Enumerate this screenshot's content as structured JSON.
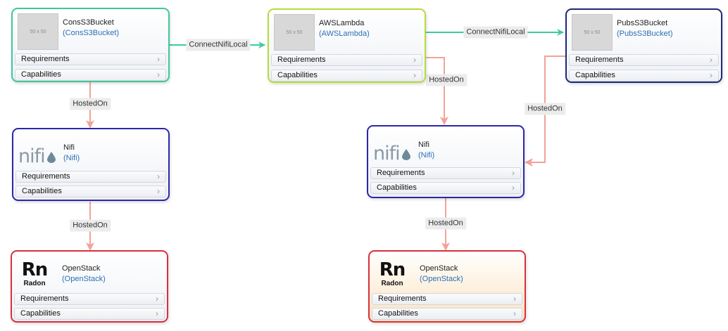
{
  "nodes": [
    {
      "name": "ConsS3Bucket",
      "type": "(ConsS3Bucket)",
      "logo": "placeholder",
      "color": "#3cc99a"
    },
    {
      "name": "AWSLambda",
      "type": "(AWSLambda)",
      "logo": "placeholder",
      "color": "#b7dc3d"
    },
    {
      "name": "PubsS3Bucket",
      "type": "(PubsS3Bucket)",
      "logo": "placeholder",
      "color": "#1c2a78"
    },
    {
      "name": "Nifi",
      "type": "(Nifi)",
      "logo": "nifi",
      "color": "#2d27a8"
    },
    {
      "name": "Nifi",
      "type": "(Nifi)",
      "logo": "nifi",
      "color": "#2d27a8"
    },
    {
      "name": "OpenStack",
      "type": "(OpenStack)",
      "logo": "radon",
      "color": "#d8303e"
    },
    {
      "name": "OpenStack",
      "type": "(OpenStack)",
      "logo": "radon",
      "color": "#d8303e"
    }
  ],
  "sections": {
    "requirements": "Requirements",
    "capabilities": "Capabilities"
  },
  "placeholder_text": "50 x 50",
  "logos": {
    "nifi_text": "nifi",
    "rn": "Rn",
    "radon": "Radon"
  },
  "edges": [
    {
      "label": "ConnectNifiLocal",
      "kind": "connect",
      "color": "#3ecb9c"
    },
    {
      "label": "ConnectNifiLocal",
      "kind": "connect",
      "color": "#3ecb9c"
    },
    {
      "label": "HostedOn",
      "kind": "hosted",
      "color": "#f1a39a"
    },
    {
      "label": "HostedOn",
      "kind": "hosted",
      "color": "#f1a39a"
    },
    {
      "label": "HostedOn",
      "kind": "hosted",
      "color": "#f1a39a"
    },
    {
      "label": "HostedOn",
      "kind": "hosted",
      "color": "#f1a39a"
    },
    {
      "label": "HostedOn",
      "kind": "hosted",
      "color": "#f1a39a"
    }
  ]
}
